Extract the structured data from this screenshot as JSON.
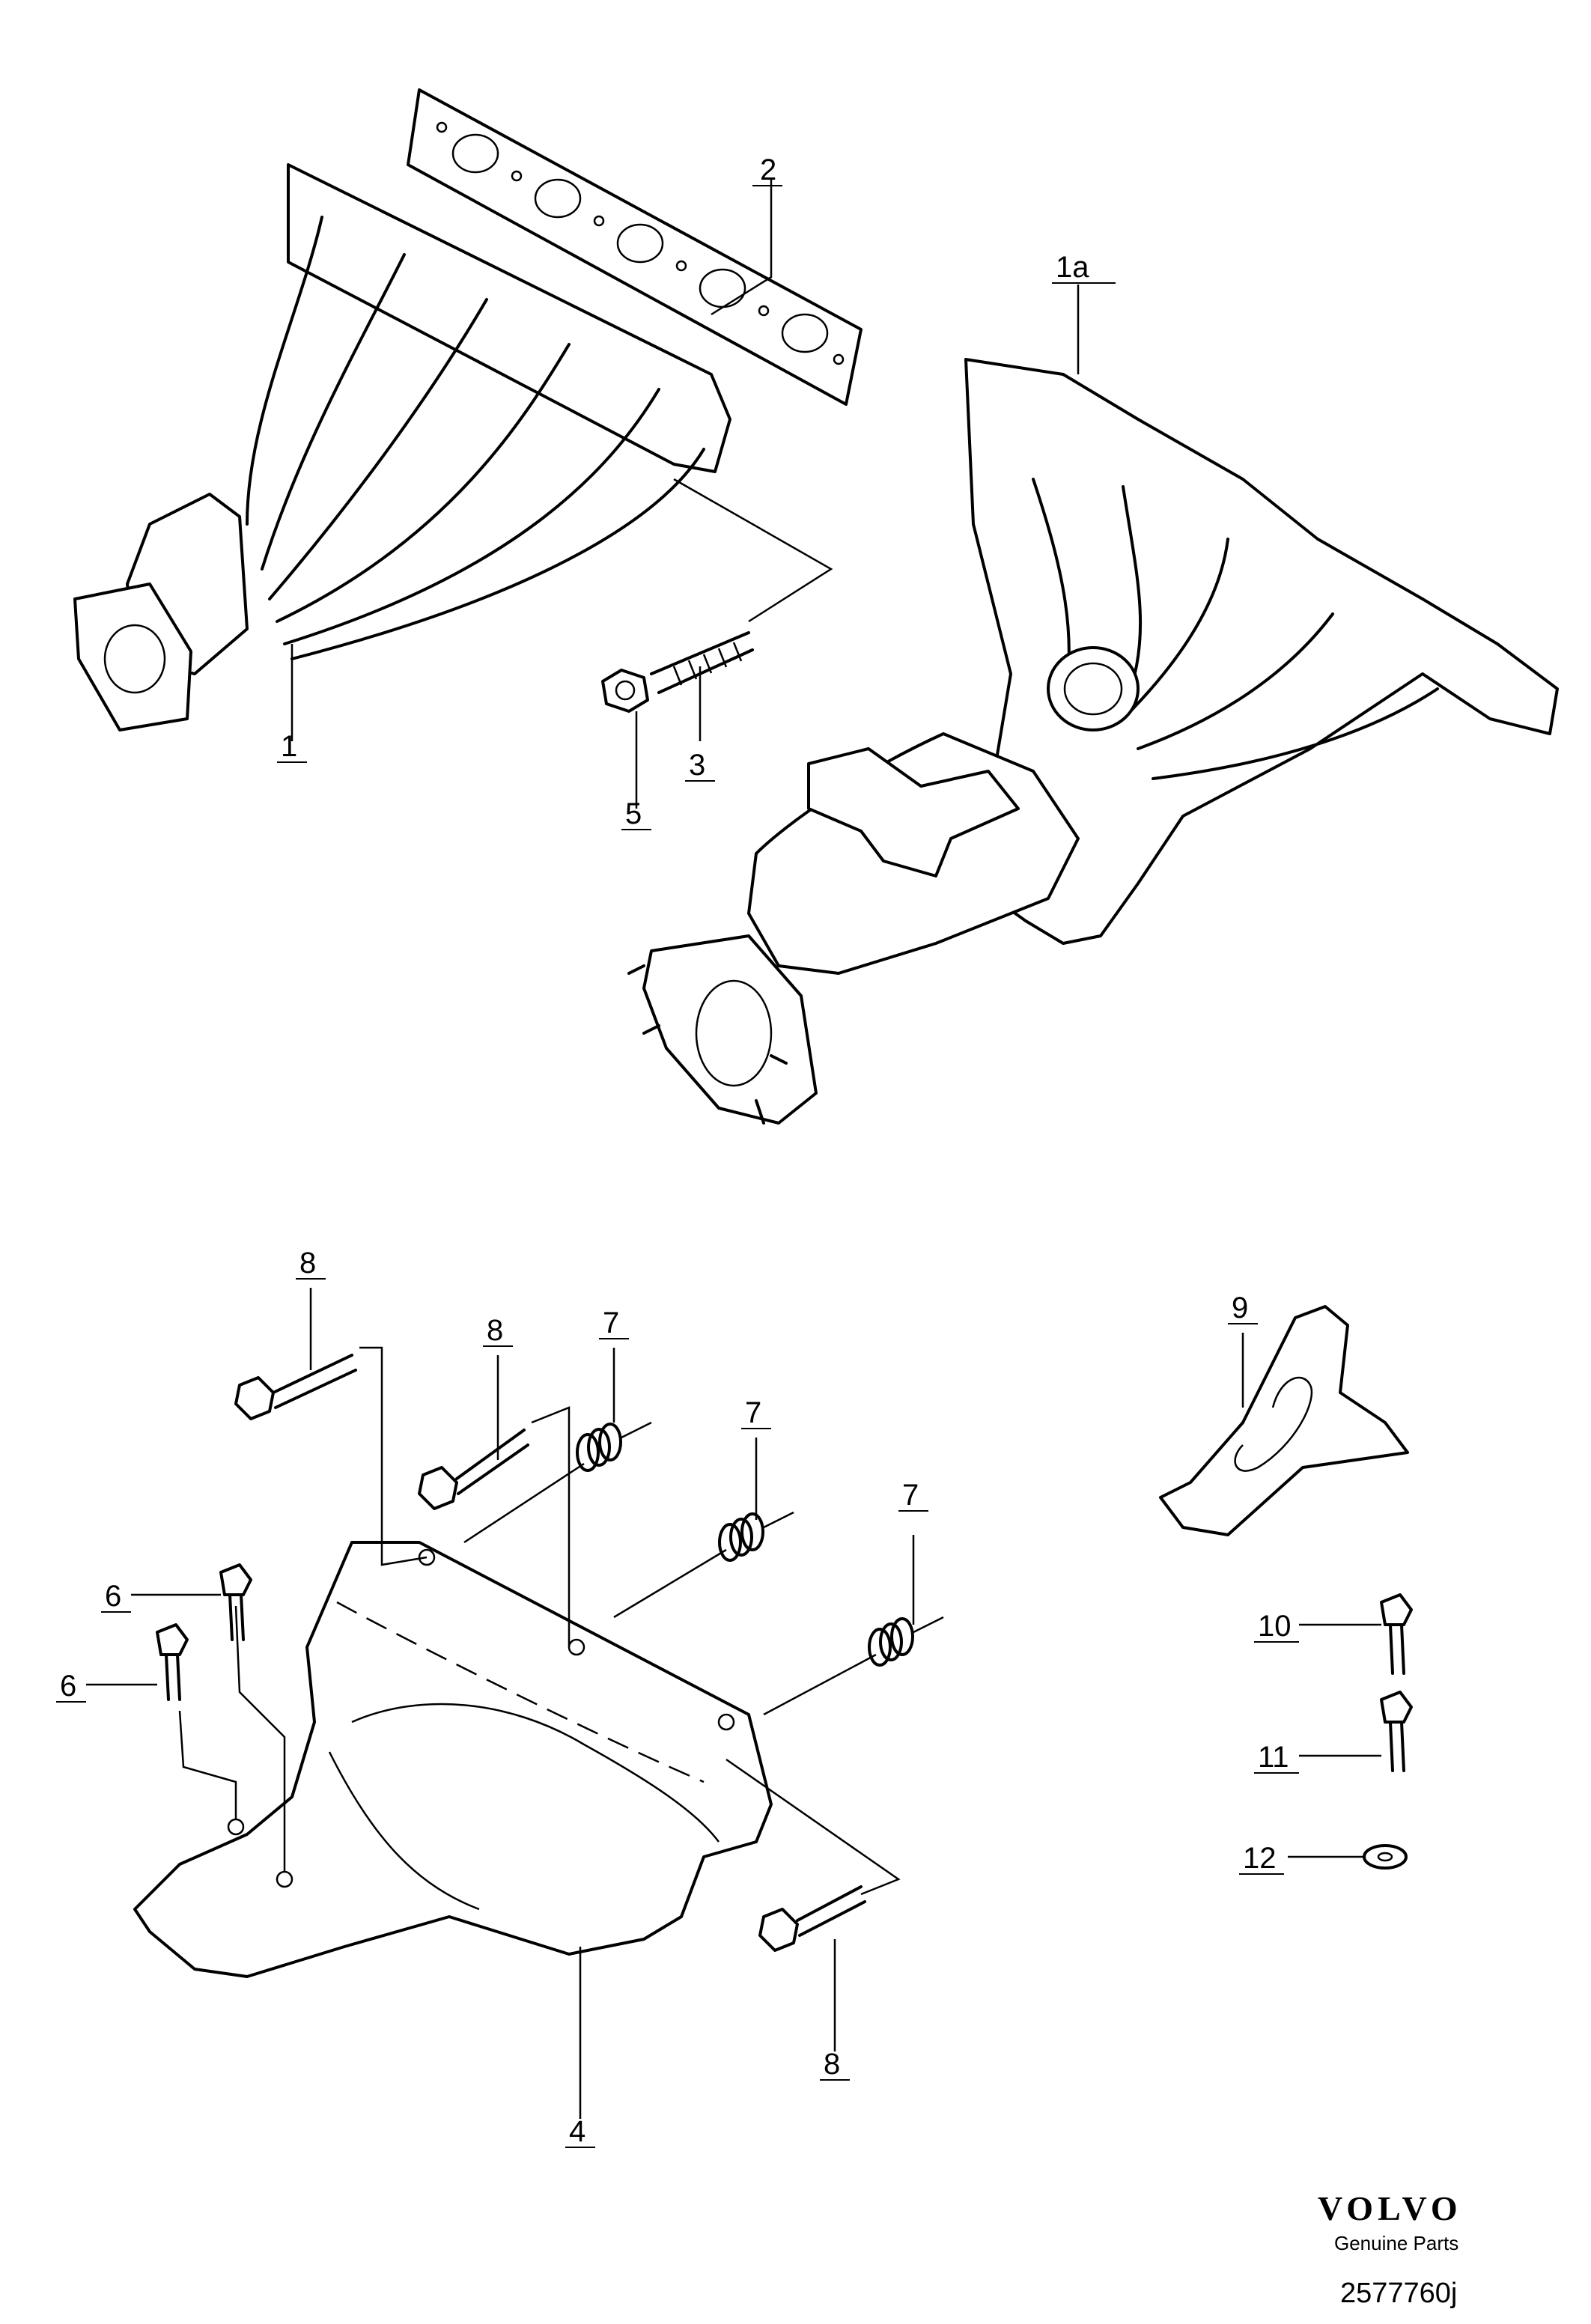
{
  "callouts": {
    "c1": "1",
    "c1a": "1a",
    "c2": "2",
    "c3": "3",
    "c4": "4",
    "c5": "5",
    "c6a": "6",
    "c6b": "6",
    "c7a": "7",
    "c7b": "7",
    "c7c": "7",
    "c8a": "8",
    "c8b": "8",
    "c8c": "8",
    "c9": "9",
    "c10": "10",
    "c11": "11",
    "c12": "12"
  },
  "footer": {
    "brand": "VOLVO",
    "brand_sub": "Genuine Parts",
    "reference": "2577760j"
  }
}
